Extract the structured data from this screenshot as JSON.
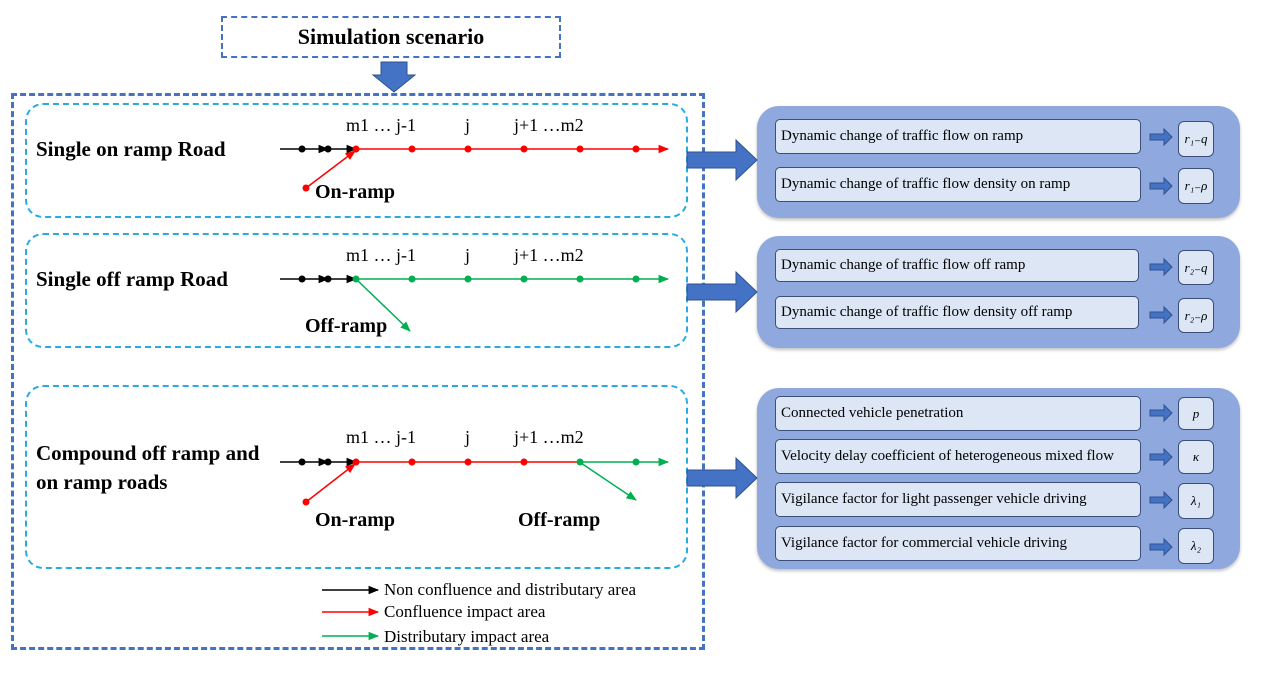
{
  "title": "Simulation scenario",
  "node_labels": {
    "m1": "m1 … j-1",
    "j": "j",
    "jp": "j+1 …m2"
  },
  "scenarios": [
    {
      "label": "Single on ramp Road",
      "ramp_label": "On-ramp"
    },
    {
      "label": "Single off ramp Road",
      "ramp_label": "Off-ramp"
    },
    {
      "label": "Compound off ramp and on ramp roads",
      "on_ramp_label": "On-ramp",
      "off_ramp_label": "Off-ramp"
    }
  ],
  "panel1": {
    "items": [
      {
        "text": "Dynamic change of traffic flow on ramp",
        "symbol": "r₁₋q"
      },
      {
        "text": "Dynamic change of traffic flow density on ramp",
        "symbol": "r₁₋ρ"
      }
    ]
  },
  "panel2": {
    "items": [
      {
        "text": "Dynamic change of traffic flow off ramp",
        "symbol": "r₂₋q"
      },
      {
        "text": "Dynamic change of traffic flow density off ramp",
        "symbol": "r₂₋ρ"
      }
    ]
  },
  "panel3": {
    "items": [
      {
        "text": "Connected vehicle penetration",
        "symbol": "p"
      },
      {
        "text": "Velocity delay coefficient of heterogeneous mixed flow",
        "symbol": "κ"
      },
      {
        "text": "Vigilance factor for light passenger vehicle driving",
        "symbol": "λ₁"
      },
      {
        "text": "Vigilance factor for commercial vehicle driving",
        "symbol": "λ₂"
      }
    ]
  },
  "legend": [
    {
      "text": "Non confluence and distributary area",
      "color": "#000000"
    },
    {
      "text": "Confluence impact area",
      "color": "#ff0000"
    },
    {
      "text": "Distributary impact area",
      "color": "#00b050"
    }
  ],
  "colors": {
    "accent": "#4472c4",
    "scenario_border": "#29abe2",
    "panel": "#8fa8de",
    "factor_fill": "#dce6f5",
    "confluence": "#ff0000",
    "distributary": "#00b050"
  }
}
